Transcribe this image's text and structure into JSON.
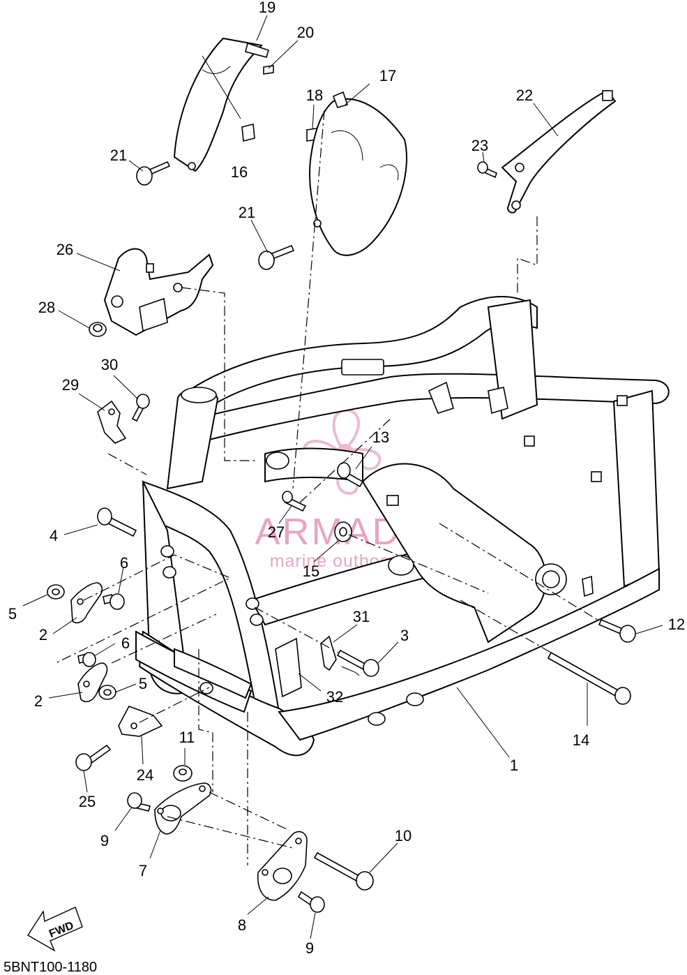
{
  "diagram": {
    "code": "5BNT100-1180",
    "fwd_label": "FWD",
    "watermark": {
      "title": "ARMADA",
      "subtitle": "marine outboards"
    },
    "callouts": [
      "19",
      "20",
      "17",
      "18",
      "16",
      "21",
      "21",
      "22",
      "23",
      "26",
      "28",
      "30",
      "29",
      "13",
      "4",
      "27",
      "15",
      "6",
      "5",
      "2",
      "6",
      "2",
      "5",
      "31",
      "3",
      "12",
      "32",
      "14",
      "11",
      "24",
      "25",
      "1",
      "9",
      "7",
      "10",
      "8",
      "9"
    ]
  }
}
